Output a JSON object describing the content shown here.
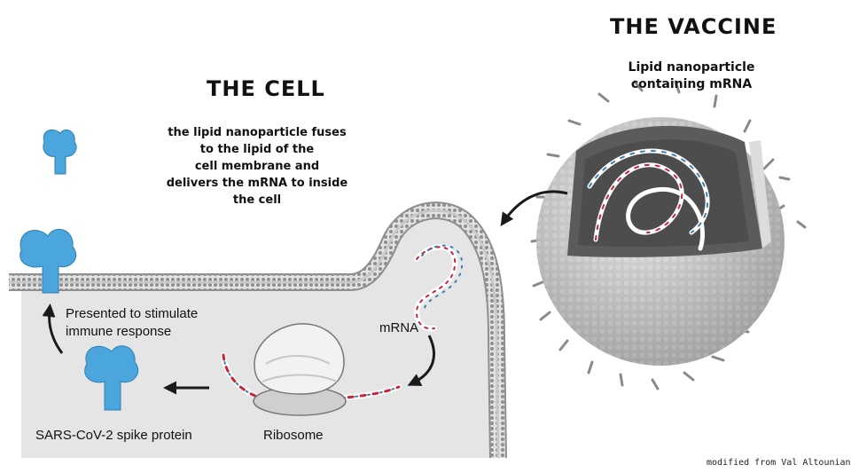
{
  "cell": {
    "title": "THE CELL",
    "description_lines": [
      "the lipid nanoparticle fuses",
      "to the lipid of the",
      "cell membrane  and",
      "delivers the mRNA to inside",
      "the cell"
    ]
  },
  "vaccine": {
    "title": "THE VACCINE",
    "subtitle_lines": [
      "Lipid nanoparticle",
      "containing mRNA"
    ]
  },
  "labels": {
    "presented_line1": "Presented to stimulate",
    "presented_line2": "immune response",
    "mrna": "mRNA",
    "ribosome": "Ribosome",
    "spike_protein": "SARS-CoV-2 spike protein"
  },
  "credit": "modified from Val Altounian",
  "colors": {
    "cytoplasm": "#e5e5e5",
    "membrane": "#9a9a9a",
    "spike": "#4aa6dc",
    "rna_red": "#c8243c",
    "rna_blue": "#3c7fb0"
  }
}
